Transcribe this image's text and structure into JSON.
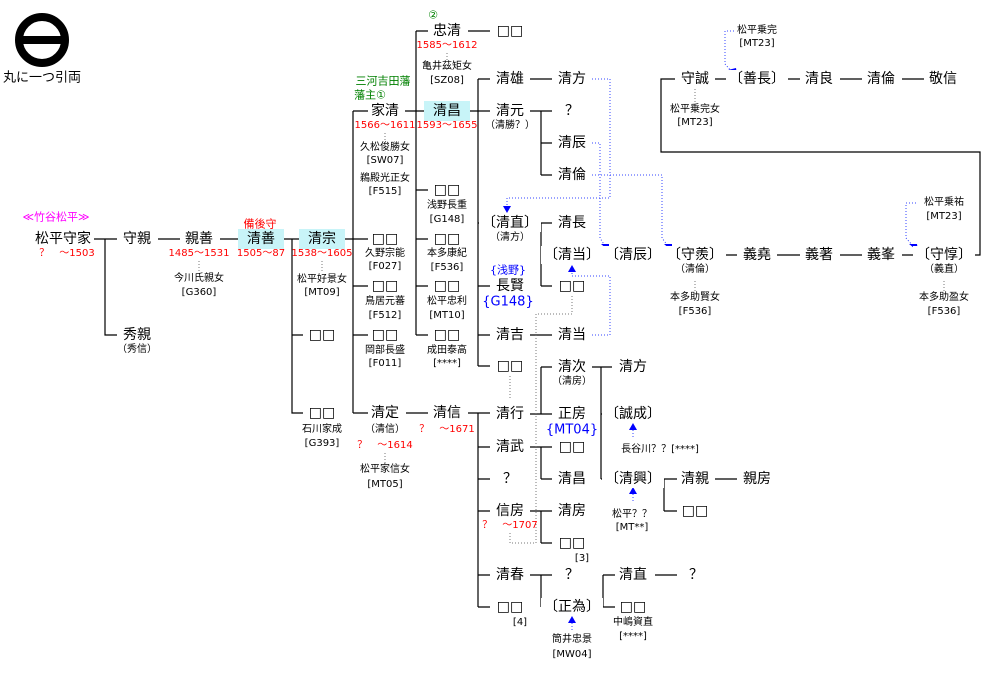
{
  "crest": {
    "label": "丸に一つ引両"
  },
  "lineage_label": "≪竹谷松平≫",
  "people": [
    "松平守家",
    "守親",
    "親善",
    "秀親",
    "清善",
    "清宗",
    "□□",
    "□□",
    "□□",
    "□□",
    "□□",
    "清定",
    "家清",
    "忠清",
    "清昌",
    "□□",
    "□□",
    "□□",
    "□□",
    "清信",
    "□□",
    "清雄",
    "清元",
    "〔清直〕",
    "長賢",
    "清吉",
    "□□",
    "清行",
    "清武",
    "？",
    "信房",
    "清春",
    "□□",
    "清方",
    "？",
    "清辰",
    "清倫",
    "清長",
    "〔清当〕",
    "□□",
    "清当",
    "清次",
    "正房",
    "□□",
    "清昌",
    "清房",
    "□□",
    "？",
    "〔正為〕",
    "〔清辰〕",
    "清方",
    "〔誠成〕",
    "〔清興〕",
    "清直",
    "□□",
    "守誠",
    "〔守羨〕",
    "清親",
    "□□",
    "？",
    "〔善長〕",
    "義堯",
    "親房",
    "清良",
    "義著",
    "清倫",
    "義峯",
    "敬信",
    "〔守惇〕"
  ],
  "notes": [
    "（秀信）",
    "今川氏親女",
    "[G360]",
    "松平好景女",
    "[MT09]",
    "石川家成",
    "[G393]",
    "久野宗能",
    "[F027]",
    "鳥居元蕃",
    "[F512]",
    "岡部長盛",
    "[F011]",
    "（清信）",
    "松平家信女",
    "[MT05]",
    "久松俊勝女",
    "[SW07]",
    "鵜殿光正女",
    "[F515]",
    "亀井茲矩女",
    "[SZ08]",
    "浅野長重",
    "[G148]",
    "本多康紀",
    "[F536]",
    "松平忠利",
    "[MT10]",
    "成田泰高",
    "[****]",
    "（清勝？）",
    "（清方）",
    "[4]",
    "（清房）",
    "[3]",
    "筒井忠景",
    "[MW04]",
    "長谷川？？[****]",
    "松平？？",
    "[MT**]",
    "中嶋資直",
    "[****]",
    "松平乗完女",
    "[MT23]",
    "（清倫）",
    "本多助賢女",
    "[F536]",
    "松平乗完",
    "[MT23]",
    "松平乗祐",
    "[MT23]",
    "（義直）",
    "本多助盈女",
    "[F536]"
  ],
  "dates": [
    "？　～1503",
    "1485～1531",
    "1505～87",
    "1538～1605",
    "？　～1614",
    "1566～1611",
    "1585～1612",
    "1593～1655",
    "？　～1671",
    "？　～1707"
  ],
  "titles": {
    "bingo": "備後守",
    "domain": "三河吉田藩",
    "lord1": "藩主①",
    "lord2": "②"
  },
  "refs": {
    "asano": "{浅野}",
    "g148": "{G148}",
    "mt04": "{MT04}"
  },
  "colors": {
    "highlight": "#c8f4f8",
    "date": "#ff0000",
    "domain": "#008000",
    "adoption": "#0000ff",
    "lineage": "#ff00ff"
  }
}
